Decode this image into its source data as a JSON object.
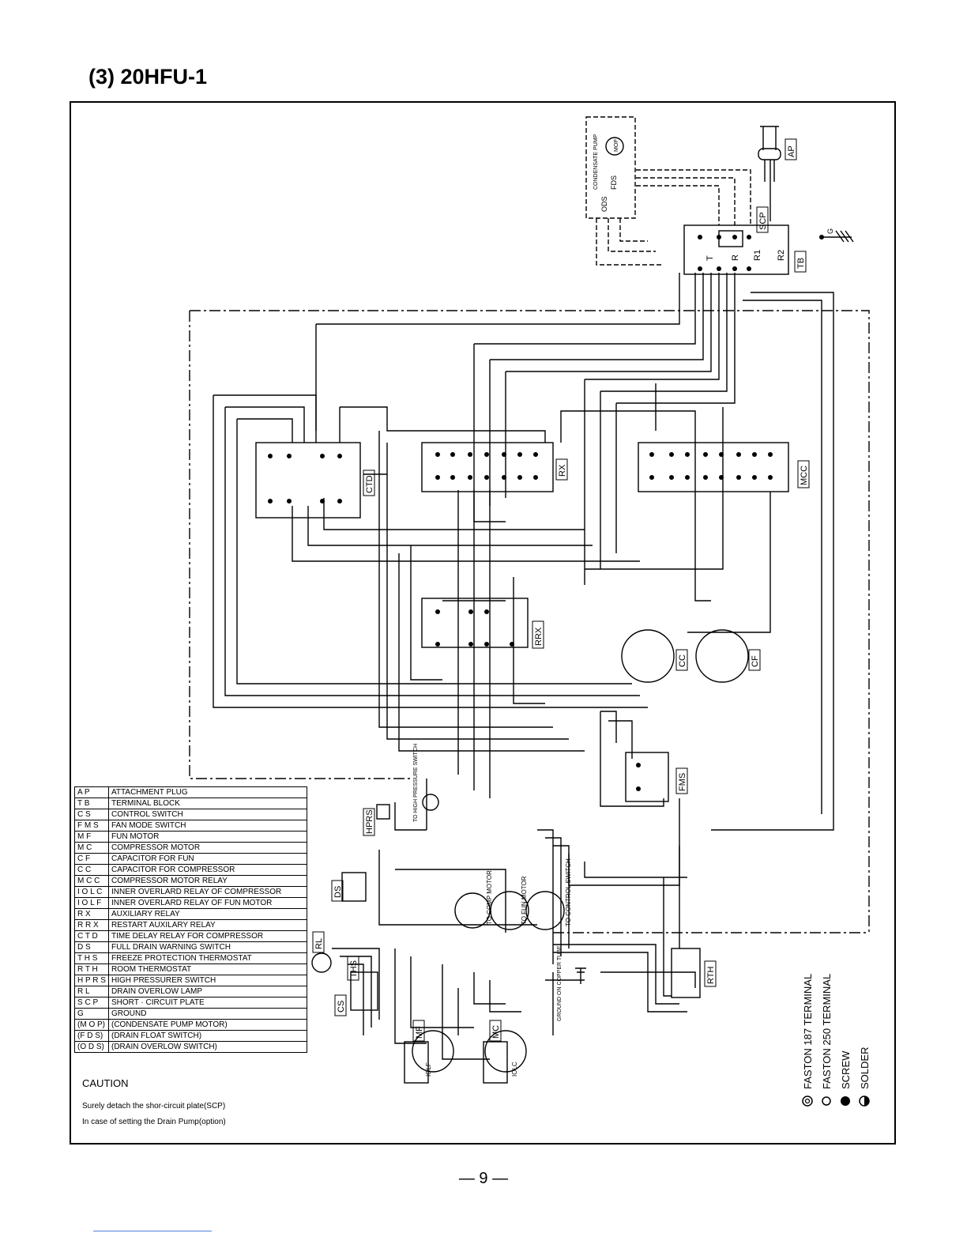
{
  "page_title": "(3) 20HFU-1",
  "page_number": "— 9 —",
  "legend": [
    {
      "code": "A P",
      "desc": "ATTACHMENT PLUG"
    },
    {
      "code": "T B",
      "desc": "TERMINAL BLOCK"
    },
    {
      "code": "C S",
      "desc": "CONTROL SWITCH"
    },
    {
      "code": "F M S",
      "desc": "FAN MODE SWITCH"
    },
    {
      "code": "M F",
      "desc": "FUN MOTOR"
    },
    {
      "code": "M C",
      "desc": "COMPRESSOR MOTOR"
    },
    {
      "code": "C F",
      "desc": "CAPACITOR FOR FUN"
    },
    {
      "code": "C C",
      "desc": "CAPACITOR FOR COMPRESSOR"
    },
    {
      "code": "M C C",
      "desc": "COMPRESSOR MOTOR RELAY"
    },
    {
      "code": "I O L C",
      "desc": "INNER OVERLARD RELAY OF COMPRESSOR"
    },
    {
      "code": "I O L F",
      "desc": "INNER OVERLARD RELAY OF FUN MOTOR"
    },
    {
      "code": "R X",
      "desc": "AUXILIARY RELAY"
    },
    {
      "code": "R R X",
      "desc": "RESTART AUXILARY RELAY"
    },
    {
      "code": "C T D",
      "desc": "TIME DELAY RELAY FOR COMPRESSOR"
    },
    {
      "code": "D S",
      "desc": "FULL DRAIN WARNING SWITCH"
    },
    {
      "code": "T H S",
      "desc": "FREEZE PROTECTION THERMOSTAT"
    },
    {
      "code": "R T H",
      "desc": "ROOM THERMOSTAT"
    },
    {
      "code": "H P R S",
      "desc": "HIGH PRESSURER SWITCH"
    },
    {
      "code": "R L",
      "desc": "DRAIN OVERLOW LAMP"
    },
    {
      "code": "S C P",
      "desc": "SHORT · CIRCUIT PLATE"
    },
    {
      "code": "G",
      "desc": "GROUND"
    },
    {
      "code": "(M O P)",
      "desc": "(CONDENSATE PUMP MOTOR)"
    },
    {
      "code": "(F D S)",
      "desc": "(DRAIN FLOAT SWITCH)"
    },
    {
      "code": "(O D S)",
      "desc": "(DRAIN OVERLOW SWITCH)"
    }
  ],
  "caution": {
    "heading": "CAUTION",
    "line1": "Surely detach the shor-circuit plate(SCP)",
    "line2": "In case of setting the Drain Pump(option)"
  },
  "components": {
    "ap": "AP",
    "tb": "TB",
    "scp": "SCP",
    "ctd": "CTD",
    "rx": "RX",
    "mcc": "MCC",
    "rrx": "RRX",
    "cc": "CC",
    "cf": "CF",
    "fms": "FMS",
    "hprs": "HPRS",
    "ds": "DS",
    "rl": "RL",
    "ths": "THS",
    "cs": "CS",
    "mf": "MF",
    "mc": "MC",
    "rth": "RTH",
    "iolf": "IOLF",
    "iolc": "IOLC"
  },
  "tb_terminals": [
    "T",
    "R",
    "R1",
    "R2"
  ],
  "annotations": {
    "condensate_pump": "CONDENSATE PUMP",
    "mop": "MOP",
    "fds": "FDS",
    "ods": "ODS",
    "ground_g": "G",
    "to_high_pressure_switch": "TO HIGH PRESSURE SWITCH",
    "to_comp_motor": "TO COMP MOTOR",
    "to_fun_motor": "TO FUN MOTOR",
    "to_control_switch": "TO CONTROL SWITCH",
    "ground_on_copper_tube": "GROUND ON COPPER TUBE"
  },
  "terminal_key": [
    {
      "symbol": "double-circle",
      "label": "FASTON 187 TERMINAL"
    },
    {
      "symbol": "open-circle",
      "label": "FASTON 250 TERMINAL"
    },
    {
      "symbol": "filled-circle",
      "label": "SCREW"
    },
    {
      "symbol": "half-circle",
      "label": "SOLDER"
    }
  ]
}
